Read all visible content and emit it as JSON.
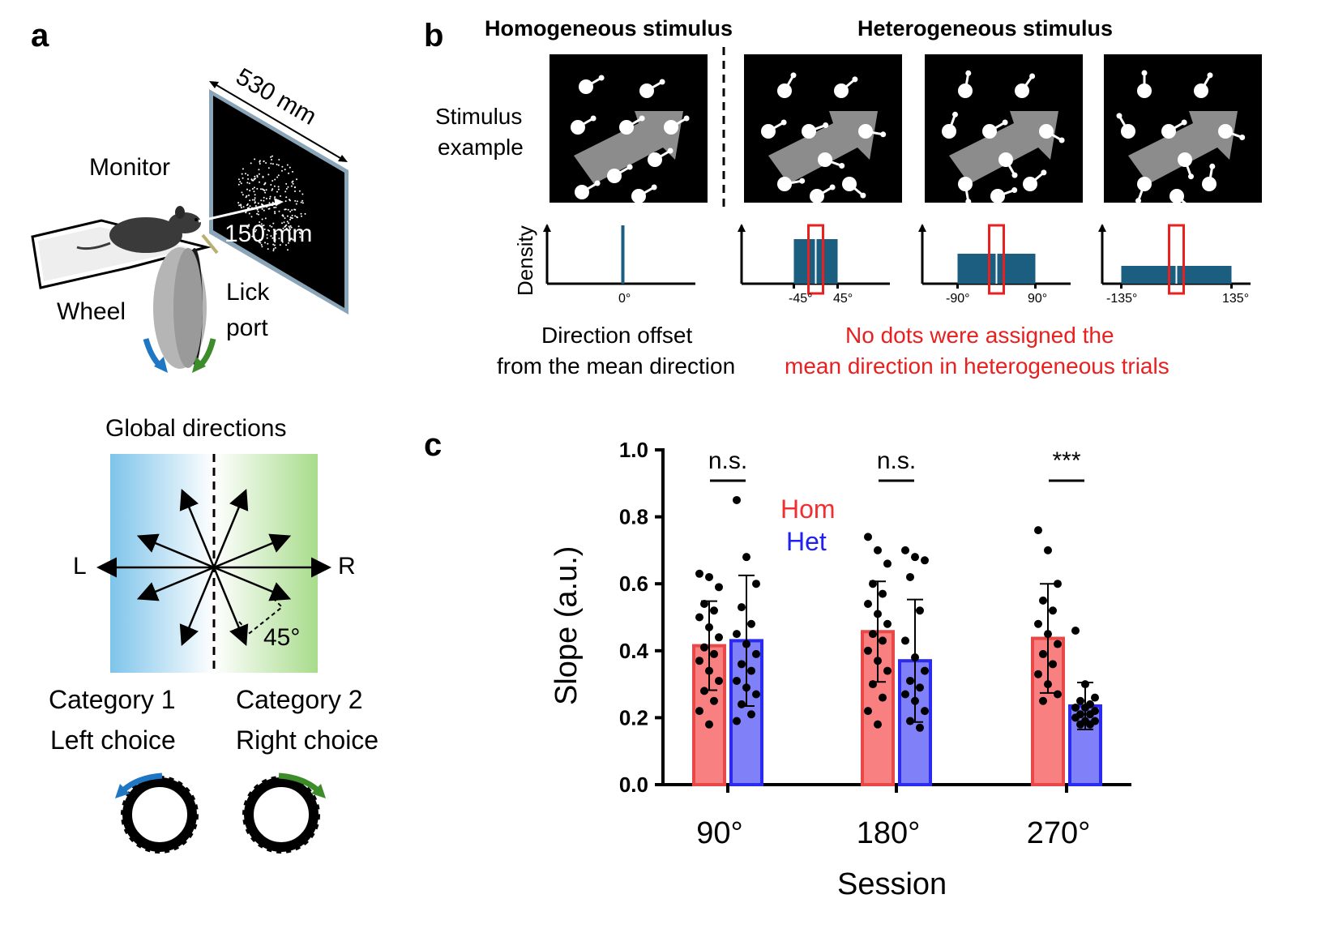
{
  "panels": {
    "a": "a",
    "b": "b",
    "c": "c"
  },
  "panel_a": {
    "setup": {
      "monitor": "Monitor",
      "width": "530 mm",
      "distance": "150 mm",
      "wheel": "Wheel",
      "lick_port_line1": "Lick",
      "lick_port_line2": "port"
    },
    "directions": {
      "title": "Global directions",
      "left": "L",
      "right": "R",
      "angle": "45°"
    },
    "categories": {
      "cat1": "Category 1",
      "cat1_choice": "Left choice",
      "cat2": "Category 2",
      "cat2_choice": "Right choice"
    },
    "colors": {
      "left_blue": "#1f77c4",
      "right_green": "#3c8c2a"
    }
  },
  "panel_b": {
    "homogeneous_title": "Homogeneous stimulus",
    "heterogeneous_title": "Heterogeneous stimulus",
    "stimulus_label_line1": "Stimulus",
    "stimulus_label_line2": "example",
    "density_label": "Density",
    "histograms": [
      {
        "ticks": [
          "0°"
        ]
      },
      {
        "ticks": [
          "-45°",
          "45°"
        ]
      },
      {
        "ticks": [
          "-90°",
          "90°"
        ]
      },
      {
        "ticks": [
          "-135°",
          "135°"
        ]
      }
    ],
    "offset_label_line1": "Direction offset",
    "offset_label_line2": "from the mean direction",
    "note_line1": "No dots were assigned the",
    "note_line2": "mean direction in heterogeneous trials",
    "colors": {
      "bar": "#1b5e80",
      "highlight": "#e8201f",
      "note": "#e8201f"
    }
  },
  "chart_data": {
    "type": "bar",
    "title": "",
    "xlabel": "Session",
    "ylabel": "Slope (a.u.)",
    "ylim": [
      0,
      1.0
    ],
    "yticks": [
      "0.0",
      "0.2",
      "0.4",
      "0.6",
      "0.8",
      "1.0"
    ],
    "categories": [
      "90°",
      "180°",
      "270°"
    ],
    "series": [
      {
        "name": "Hom",
        "color": "#f05a5a",
        "values": [
          0.415,
          0.457,
          0.437
        ],
        "sd": [
          0.133,
          0.15,
          0.163
        ],
        "points": [
          [
            0.63,
            0.62,
            0.59,
            0.54,
            0.52,
            0.5,
            0.47,
            0.44,
            0.41,
            0.39,
            0.37,
            0.34,
            0.31,
            0.28,
            0.25,
            0.22,
            0.18
          ],
          [
            0.74,
            0.7,
            0.66,
            0.6,
            0.57,
            0.54,
            0.51,
            0.48,
            0.45,
            0.43,
            0.4,
            0.37,
            0.34,
            0.3,
            0.26,
            0.22,
            0.18
          ],
          [
            0.76,
            0.7,
            0.6,
            0.55,
            0.52,
            0.48,
            0.45,
            0.42,
            0.39,
            0.36,
            0.33,
            0.3,
            0.27,
            0.25
          ]
        ]
      },
      {
        "name": "Het",
        "color": "#5050f0",
        "values": [
          0.43,
          0.37,
          0.235
        ],
        "sd": [
          0.195,
          0.183,
          0.07
        ],
        "points": [
          [
            0.85,
            0.68,
            0.6,
            0.53,
            0.48,
            0.45,
            0.42,
            0.39,
            0.36,
            0.34,
            0.31,
            0.29,
            0.27,
            0.24,
            0.21,
            0.19
          ],
          [
            0.7,
            0.68,
            0.67,
            0.62,
            0.52,
            0.43,
            0.38,
            0.34,
            0.31,
            0.29,
            0.27,
            0.25,
            0.22,
            0.19,
            0.17
          ],
          [
            0.46,
            0.3,
            0.26,
            0.25,
            0.24,
            0.23,
            0.23,
            0.22,
            0.21,
            0.21,
            0.2,
            0.19,
            0.19,
            0.18,
            0.18
          ]
        ]
      }
    ],
    "significance": [
      "n.s.",
      "n.s.",
      "***"
    ],
    "legend": [
      "Hom",
      "Het"
    ]
  }
}
